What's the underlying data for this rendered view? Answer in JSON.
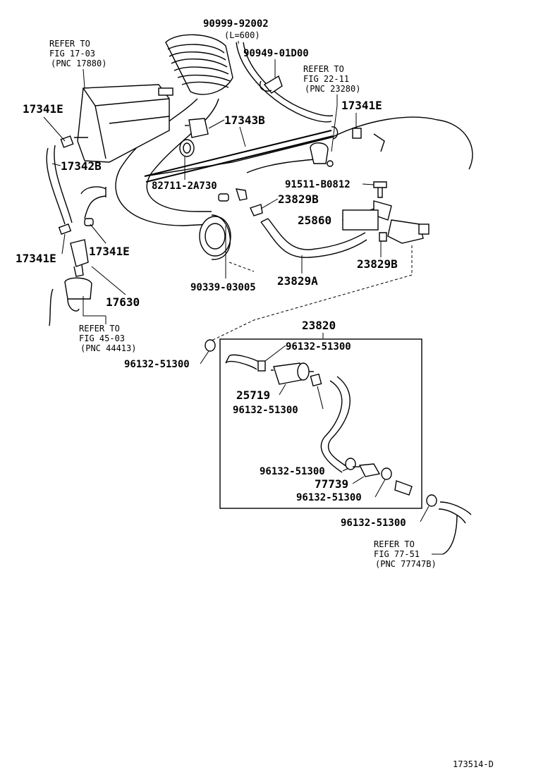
{
  "labels": {
    "p90999": "90999-92002",
    "p90999_len": "(L=600)",
    "p90949": "90949-01D00",
    "ref1_a": "REFER TO",
    "ref1_b": "FIG 17-03",
    "ref1_c": "(PNC 17880)",
    "ref2_a": "REFER TO",
    "ref2_b": "FIG 22-11",
    "ref2_c": "(PNC 23280)",
    "p17341e_a": "17341E",
    "p17341e_b": "17341E",
    "p17341e_c": "17341E",
    "p17341e_d": "17341E",
    "p17343b": "17343B",
    "p17342b": "17342B",
    "p82711": "82711-2A730",
    "p91511": "91511-B0812",
    "p23829b_a": "23829B",
    "p23829b_b": "23829B",
    "p25860": "25860",
    "p23829a": "23829A",
    "p90339": "90339-03005",
    "p17630": "17630",
    "ref3_a": "REFER TO",
    "ref3_b": "FIG 45-03",
    "ref3_c": "(PNC 44413)",
    "p23820": "23820",
    "p96132_a": "96132-51300",
    "p96132_b": "96132-51300",
    "p96132_c": "96132-51300",
    "p96132_d": "96132-51300",
    "p96132_e": "96132-51300",
    "p96132_f": "96132-51300",
    "p25719": "25719",
    "p77739": "77739",
    "ref4_a": "REFER TO",
    "ref4_b": "FIG 77-51",
    "ref4_c": "(PNC 77747B)",
    "footer_code": "173514-D"
  },
  "icons": {
    "hose": "hose-icon",
    "clamp": "clamp-icon",
    "canister": "canister-icon",
    "valve": "vsv-valve-icon",
    "filter": "fuel-filter-icon"
  }
}
